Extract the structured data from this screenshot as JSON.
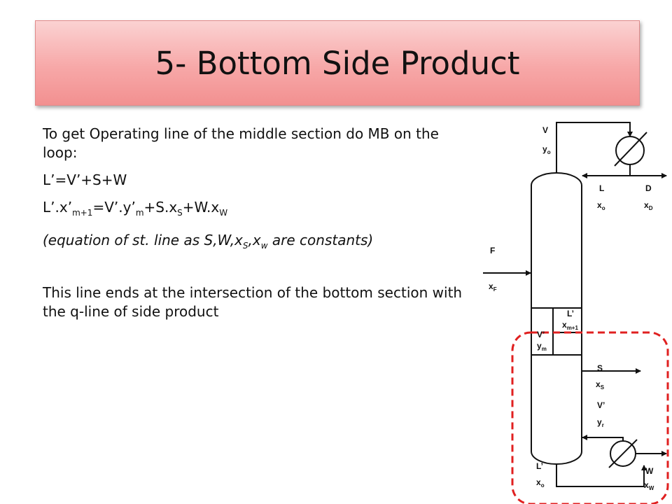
{
  "title": "5- Bottom Side Product",
  "body": {
    "intro": "To get Operating line of the middle section do MB on the loop:",
    "eq1": "L’=V’+S+W",
    "eq2": {
      "a": "L’.x’",
      "a_sub": "m+1",
      "b": "=V’.y’",
      "b_sub": "m",
      "c": "+S.x",
      "c_sub": "S",
      "d": "+W.x",
      "d_sub": "W"
    },
    "note": {
      "a": "(equation of st. line as S,W,x",
      "a_sub": "S",
      "b": ",x",
      "b_sub": "w",
      "c": " are constants)"
    },
    "conclusion": "This line ends at the intersection of the bottom section with the q-line of side product"
  },
  "diagram": {
    "top_vapor": {
      "name": "V",
      "comp": "y",
      "comp_sub": "o"
    },
    "reflux": {
      "name": "L",
      "comp": "x",
      "comp_sub": "o"
    },
    "distillate": {
      "name": "D",
      "comp": "x",
      "comp_sub": "D"
    },
    "feed": {
      "name": "F",
      "comp": "x",
      "comp_sub": "F"
    },
    "inner_liquid": {
      "name": "L’",
      "comp": "x",
      "comp_sub": "m+1"
    },
    "inner_vapor": {
      "name": "V’",
      "comp": "y",
      "comp_sub": "m"
    },
    "side_product": {
      "name": "S",
      "comp": "x",
      "comp_sub": "S"
    },
    "reboiler_vapor": {
      "name": "V’",
      "comp": "y",
      "comp_sub": "r"
    },
    "bottom_liquid": {
      "name": "L’",
      "comp": "x",
      "comp_sub": "o"
    },
    "bottoms": {
      "name": "W",
      "comp": "x",
      "comp_sub": "W"
    },
    "loop_color": "#e02020"
  }
}
